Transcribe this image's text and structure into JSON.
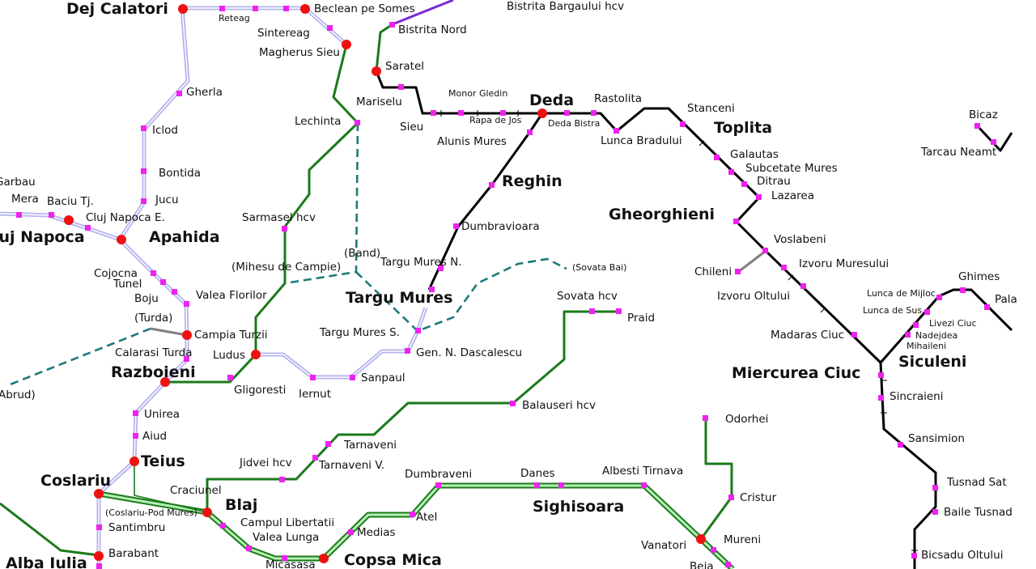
{
  "map": {
    "colors": {
      "background": "#ffffff",
      "main_line": "#000000",
      "electrified_line": "#b4b4ee",
      "secondary_line": "#1a7a1a",
      "branch_purple": "#7a2ad4",
      "planned_line": "#1f7a7a",
      "closed_line": "#808080",
      "station_marker": "#ee22ee",
      "junction_marker": "#ee1111"
    },
    "labels": {
      "dej_calatori": "Dej Calatori",
      "reteag": "Reteag",
      "beclean_pe_somes": "Beclean pe Somes",
      "bistrita_bargaului_hcv": "Bistrita Bargaului hcv",
      "sintereag": "Sintereag",
      "bistrita_nord": "Bistrita Nord",
      "magherus_sieu": "Magherus Sieu",
      "saratel": "Saratel",
      "gherla": "Gherla",
      "mariselu": "Mariselu",
      "monor_gledin": "Monor Gledin",
      "deda": "Deda",
      "rastolita": "Rastolita",
      "lechinta": "Lechinta",
      "sieu": "Sieu",
      "rapa_de_jos": "Rapa de Jos",
      "deda_bistra": "Deda Bistra",
      "stanceni": "Stanceni",
      "iclod": "Iclod",
      "toplita": "Toplita",
      "bicaz": "Bicaz",
      "alunis_mures": "Alunis Mures",
      "lunca_bradului": "Lunca Bradului",
      "galautas": "Galautas",
      "tarcau_neamt": "Tarcau Neamt",
      "bontida": "Bontida",
      "subcetate_mures": "Subcetate Mures",
      "garbau": "Garbau",
      "ditrau": "Ditrau",
      "reghin": "Reghin",
      "mera": "Mera",
      "baciu_tj": "Baciu Tj.",
      "jucu": "Jucu",
      "lazarea": "Lazarea",
      "gheorghieni": "Gheorghieni",
      "cluj_napoca_e": "Cluj Napoca E.",
      "sarmasel_hcv": "Sarmasel hcv",
      "dumbravioara": "Dumbravioara",
      "cluj_napoca": "Cluj Napoca",
      "apahida": "Apahida",
      "voslabeni": "Voslabeni",
      "band": "(Band)",
      "targu_mures_n": "Targu Mures N.",
      "mihesu_de_campie": "(Mihesu de Campie)",
      "sovata_bai": "(Sovata Bai)",
      "izvoru_muresului": "Izvoru Muresului",
      "cojocna": "Cojocna",
      "chileni": "Chileni",
      "ghimes": "Ghimes",
      "tunel": "Tunel",
      "valea_florilor": "Valea Florilor",
      "lunca_de_mijloc": "Lunca de Mijloc",
      "boju": "Boju",
      "targu_mures": "Targu Mures",
      "sovata_hcv": "Sovata hcv",
      "izvoru_oltului": "Izvoru Oltului",
      "palanca": "Pala",
      "lunca_de_sus": "Lunca de Sus",
      "turda": "(Turda)",
      "praid": "Praid",
      "livezi_ciuc": "Livezi Ciuc",
      "campia_turzii": "Campia Turzii",
      "targu_mures_s": "Targu Mures S.",
      "madaras_ciuc": "Madaras Ciuc",
      "nadejdea": "Nadejdea",
      "mihaileni": "Mihaileni",
      "calarasi_turda": "Calarasi Turda",
      "ludus": "Ludus",
      "gen_n_dascalescu": "Gen. N. Dascalescu",
      "siculeni": "Siculeni",
      "razboieni": "Razboieni",
      "miercurea_ciuc": "Miercurea Ciuc",
      "abrud": "Abrud)",
      "gligoresti": "Gligoresti",
      "iernut": "Iernut",
      "sanpaul": "Sanpaul",
      "sincraieni": "Sincraieni",
      "balauseri_hcv": "Balauseri hcv",
      "unirea": "Unirea",
      "odorhei": "Odorhei",
      "aiud": "Aiud",
      "tarnaveni": "Tarnaveni",
      "sansimion": "Sansimion",
      "jidvei_hcv": "Jidvei hcv",
      "teius": "Teius",
      "tarnaveni_v": "Tarnaveni V.",
      "dumbraveni": "Dumbraveni",
      "danes": "Danes",
      "albesti_tirnava": "Albesti Tirnava",
      "coslariu": "Coslariu",
      "tusnad_sat": "Tusnad Sat",
      "craciunel": "Craciunel",
      "cristur": "Cristur",
      "coslariu_pod_mures": "(Coslariu-Pod Mures)",
      "blaj": "Blaj",
      "sighisoara": "Sighisoara",
      "santimbru": "Santimbru",
      "campul_libertatii": "Campul Libertatii",
      "atel": "Atel",
      "baile_tusnad": "Baile Tusnad",
      "valea_lunga": "Valea Lunga",
      "medias": "Medias",
      "mureni": "Mureni",
      "vanatori": "Vanatori",
      "barabant": "Barabant",
      "copsa_mica": "Copsa Mica",
      "alba_iulia": "Alba Iulia",
      "bicsadu_oltului": "Bicsadu Oltului",
      "micasasa": "Micasasa",
      "beia": "Beia"
    }
  }
}
